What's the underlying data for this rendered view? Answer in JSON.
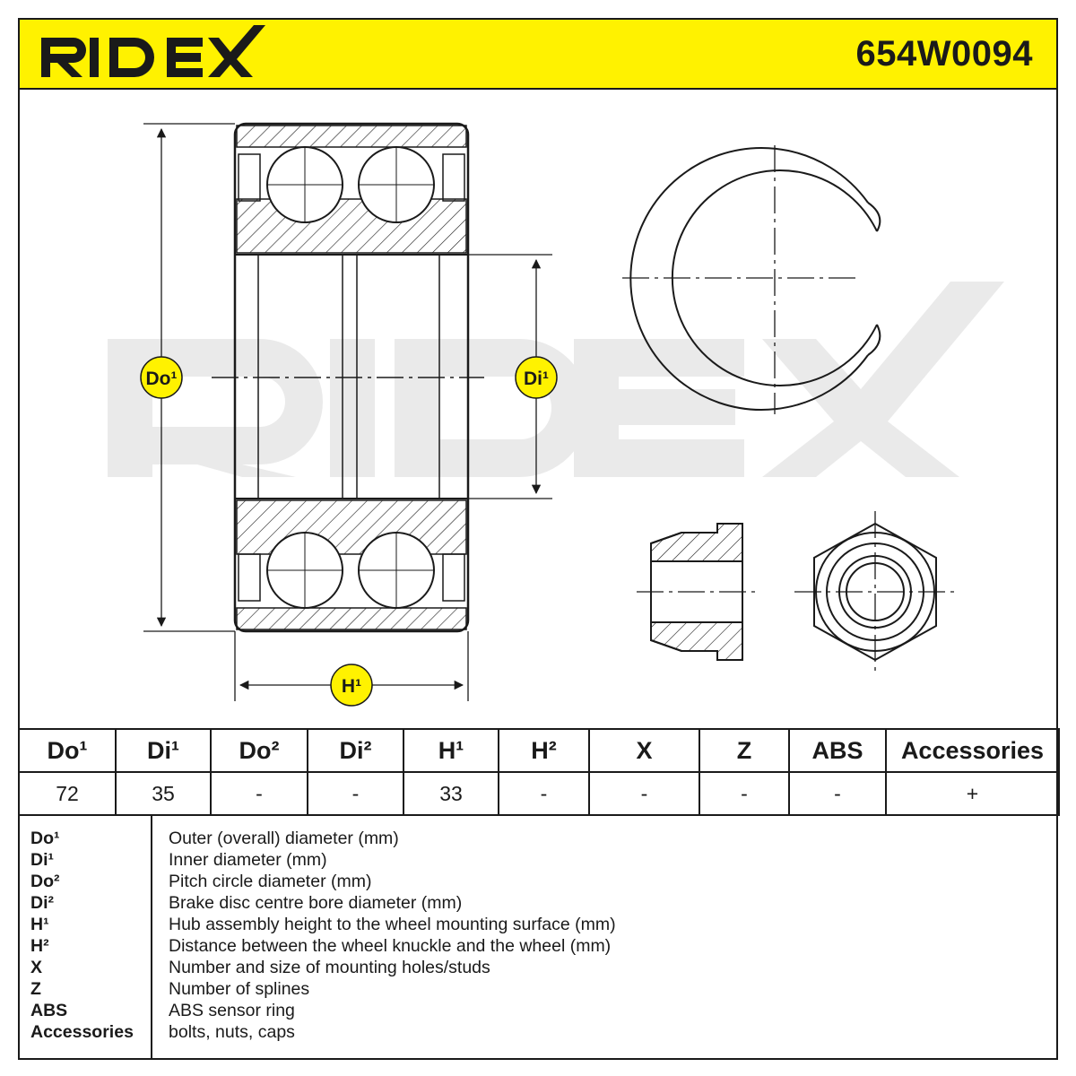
{
  "header": {
    "brand": "RIDEX",
    "part_number": "654W0094",
    "background_color": "#fff200"
  },
  "drawing": {
    "labels": {
      "do1": "Do¹",
      "di1": "Di¹",
      "h1": "H¹"
    },
    "watermark": "RIDEX",
    "callout_color": "#fff200"
  },
  "specs": {
    "headers": [
      "Do¹",
      "Di¹",
      "Do²",
      "Di²",
      "H¹",
      "H²",
      "X",
      "Z",
      "ABS",
      "Accessories"
    ],
    "values": [
      "72",
      "35",
      "-",
      "-",
      "33",
      "-",
      "-",
      "-",
      "-",
      "+"
    ]
  },
  "legend": [
    {
      "term": "Do¹",
      "definition": "Outer (overall) diameter (mm)"
    },
    {
      "term": "Di¹",
      "definition": "Inner diameter (mm)"
    },
    {
      "term": "Do²",
      "definition": "Pitch circle diameter (mm)"
    },
    {
      "term": "Di²",
      "definition": "Brake disc centre bore diameter (mm)"
    },
    {
      "term": "H¹",
      "definition": "Hub assembly height to the wheel mounting surface (mm)"
    },
    {
      "term": "H²",
      "definition": "Distance between the wheel knuckle and the wheel (mm)"
    },
    {
      "term": "X",
      "definition": "Number and size of mounting holes/studs"
    },
    {
      "term": "Z",
      "definition": "Number of splines"
    },
    {
      "term": "ABS",
      "definition": "ABS sensor ring"
    },
    {
      "term": "Accessories",
      "definition": "bolts, nuts, caps"
    }
  ]
}
